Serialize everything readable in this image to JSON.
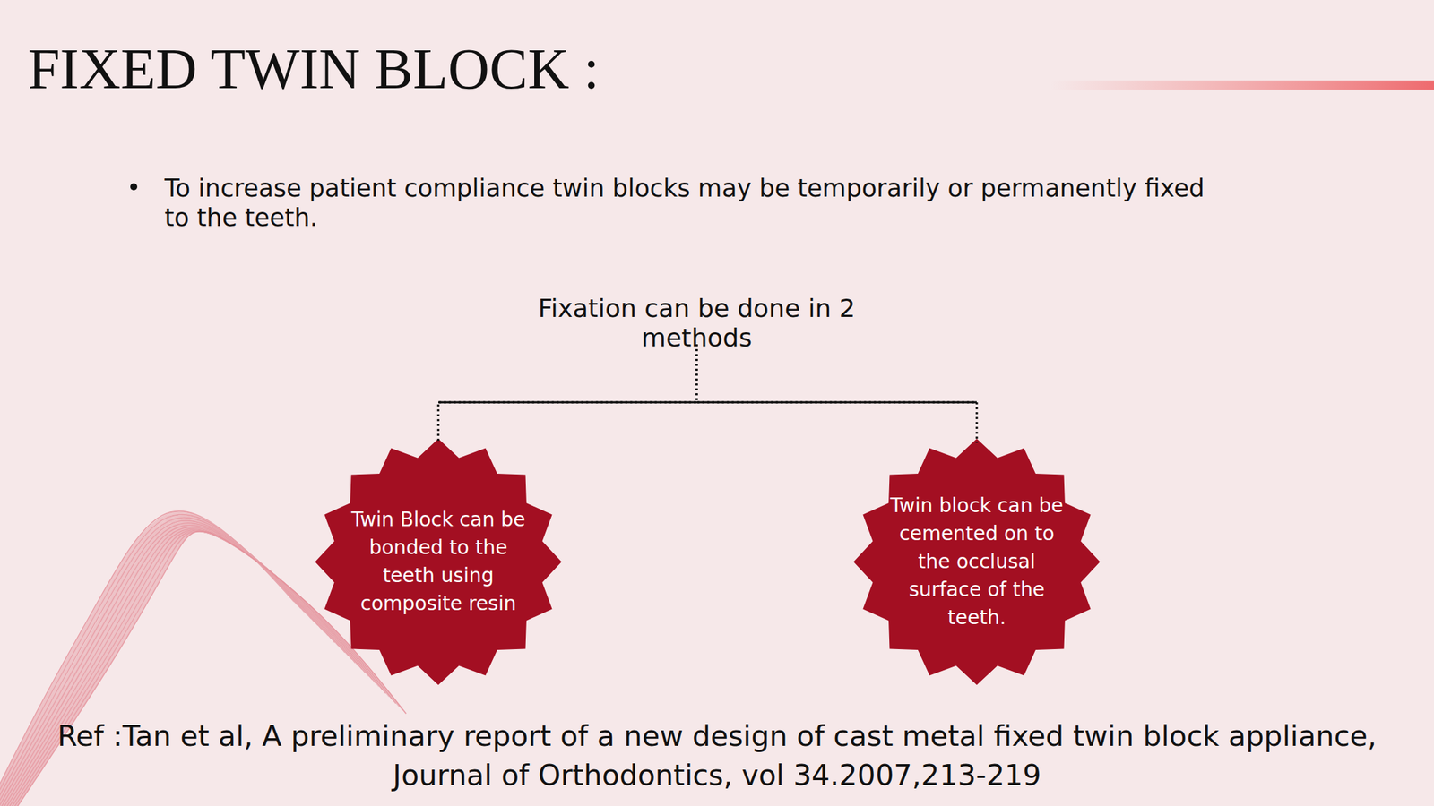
{
  "diagram": {
    "title": "FIXED TWIN BLOCK :",
    "nodes": [
      {
        "text": [
          "Fixation can be done in 2 methods"
        ]
      },
      {
        "text": [
          "Twin Block can be bonded to the teeth using composite resin"
        ]
      },
      {
        "text": [
          "Twin block can be cemented on to the occlusal surface of the teeth."
        ]
      }
    ],
    "edges": [
      {
        "from": 0,
        "to": 1,
        "arrow": "none"
      },
      {
        "from": 0,
        "to": 2,
        "arrow": "none"
      }
    ],
    "labels": [
      "To increase patient compliance twin blocks may be temporarily or permanently fixed to the teeth.",
      "Ref :Tan et al, A preliminary report of a new design of cast metal fixed twin block appliance, Journal of Orthodontics, vol 34.2007,213-219"
    ]
  }
}
